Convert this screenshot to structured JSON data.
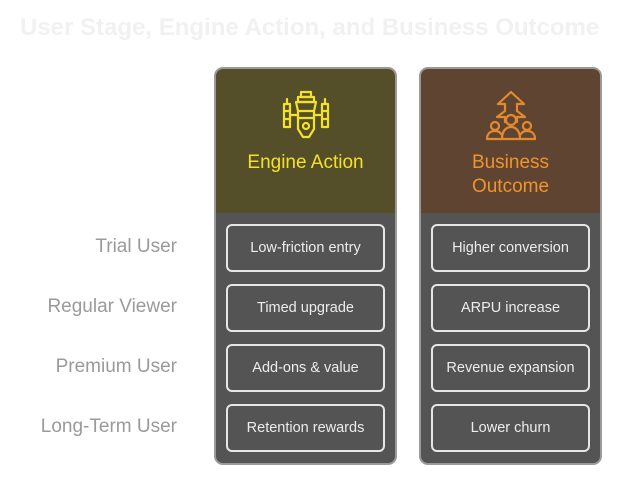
{
  "title": "User Stage, Engine Action, and Business Outcome",
  "rows": [
    "Trial User",
    "Regular Viewer",
    "Premium User",
    "Long-Term User"
  ],
  "columns": [
    {
      "title": "Engine Action",
      "icon": "spark-plug-icon",
      "accent": "#f3e12b",
      "cells": [
        "Low-friction entry",
        "Timed upgrade",
        "Add-ons & value",
        "Retention rewards"
      ]
    },
    {
      "title": "Business Outcome",
      "icon": "growth-people-icon",
      "accent": "#e38a2f",
      "cells": [
        "Higher conversion",
        "ARPU increase",
        "Revenue expansion",
        "Lower churn"
      ]
    }
  ]
}
